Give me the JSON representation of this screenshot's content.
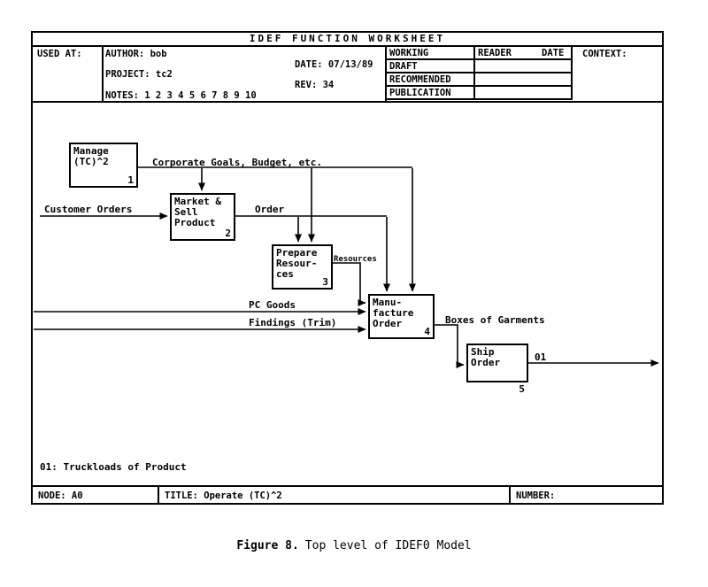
{
  "worksheet": {
    "title": "IDEF FUNCTION WORKSHEET",
    "header": {
      "used_at": "USED AT:",
      "author": "AUTHOR: bob",
      "project": "PROJECT: tc2",
      "notes": "NOTES: 1 2 3 4 5 6 7 8 9 10",
      "date": "DATE: 07/13/89",
      "rev": "REV: 34",
      "status_rows": [
        "WORKING",
        "DRAFT",
        "RECOMMENDED",
        "PUBLICATION"
      ],
      "reader": "READER",
      "reader_date": "DATE",
      "context": "CONTEXT:"
    },
    "footer": {
      "node": "NODE: A0",
      "title": "TITLE: Operate (TC)^2",
      "number": "NUMBER:"
    }
  },
  "diagram": {
    "boxes": [
      {
        "label": "Manage\n(TC)^2",
        "number": "1"
      },
      {
        "label": "Market &\nSell\nProduct",
        "number": "2"
      },
      {
        "label": "Prepare\nResour-\nces",
        "number": "3"
      },
      {
        "label": "Manu-\nfacture\nOrder",
        "number": "4"
      },
      {
        "label": "Ship\nOrder",
        "number": "5"
      }
    ],
    "arrows": {
      "corporate": "Corporate Goals, Budget, etc.",
      "customer": "Customer Orders",
      "order": "Order",
      "resources": "Resources",
      "pc_goods": "PC Goods",
      "findings": "Findings (Trim)",
      "garments": "Boxes of Garments",
      "output": "01"
    },
    "footnote": "01: Truckloads of Product"
  },
  "caption": {
    "prefix": "Figure 8.",
    "text": "Top level of IDEF0 Model"
  }
}
